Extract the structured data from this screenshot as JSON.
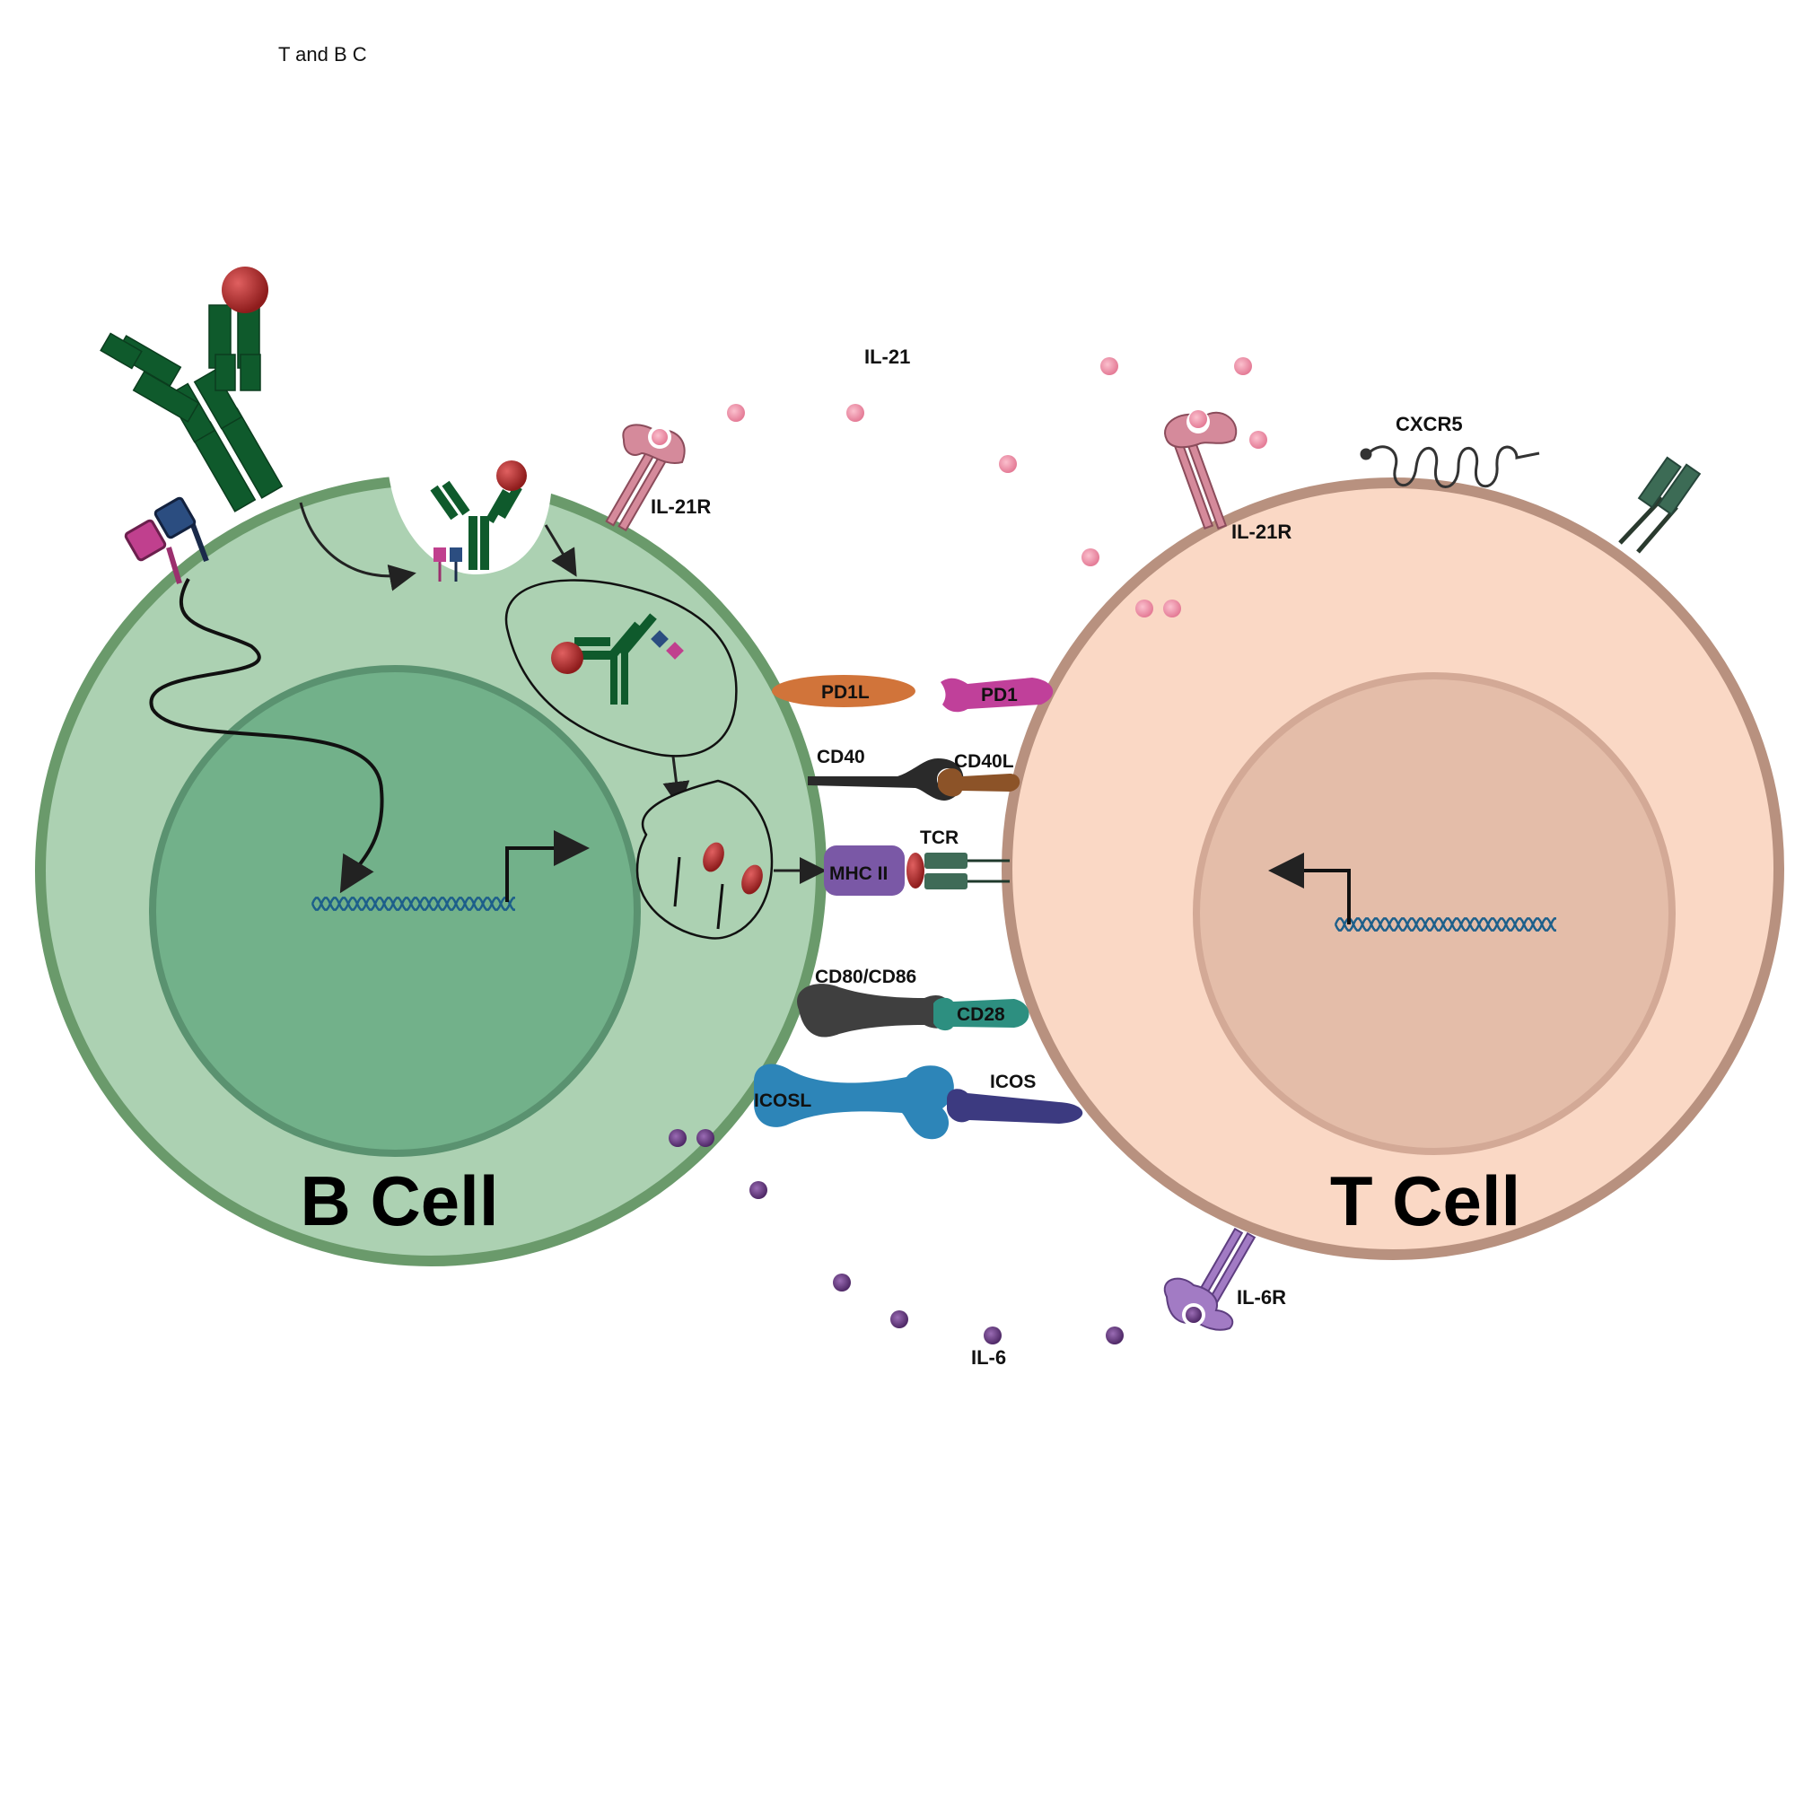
{
  "title": "T and B C",
  "labels": {
    "b_cell": "B Cell",
    "t_cell": "T Cell",
    "il21": "IL-21",
    "il21r_b": "IL-21R",
    "il21r_t": "IL-21R",
    "cxcr5": "CXCR5",
    "pd1l": "PD1L",
    "pd1": "PD1",
    "cd40": "CD40",
    "cd40l": "CD40L",
    "tcr": "TCR",
    "mhc2": "MHC II",
    "cd80_86": "CD80/CD86",
    "cd28": "CD28",
    "icosl": "ICOSL",
    "icos": "ICOS",
    "il6": "IL-6",
    "il6r": "IL-6R"
  },
  "colors": {
    "b_cell_fill": "#acd1b2",
    "b_cell_border": "#6a9a6b",
    "b_nucleus": "#72b18a",
    "t_cell_fill": "#fad8c5",
    "t_cell_border": "#b8917f",
    "t_nucleus": "#e4bda9",
    "antibody": "#0f5a2c",
    "antigen": "#a52a2a",
    "il21": "#ef8fa8",
    "il6": "#6a3c84",
    "dna": "#1d5f8a"
  }
}
